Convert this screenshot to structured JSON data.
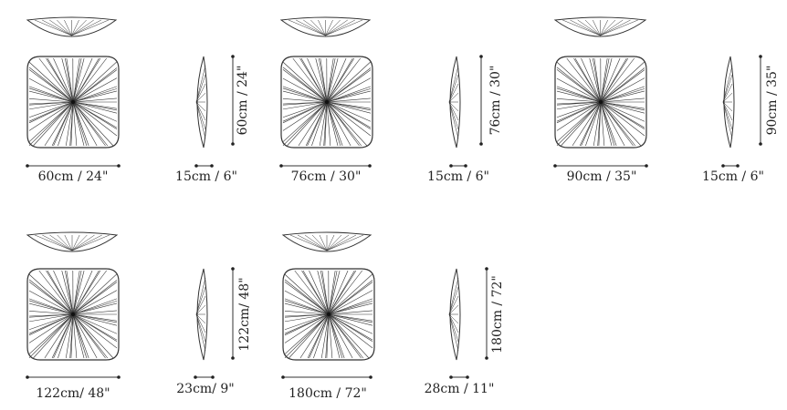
{
  "variants": [
    {
      "id": "60",
      "width_label": "60cm / 24\"",
      "depth_label": "15cm / 6\"",
      "height_label": "60cm / 24\""
    },
    {
      "id": "76",
      "width_label": "76cm / 30\"",
      "depth_label": "15cm / 6\"",
      "height_label": "76cm / 30\""
    },
    {
      "id": "90",
      "width_label": "90cm / 35\"",
      "depth_label": "15cm / 6\"",
      "height_label": "90cm / 35\""
    },
    {
      "id": "122",
      "width_label": "122cm/ 48\"",
      "depth_label": "23cm/ 9\"",
      "height_label": "122cm/ 48\""
    },
    {
      "id": "180",
      "width_label": "180cm / 72\"",
      "depth_label": "28cm / 11\"",
      "height_label": "180cm / 72\""
    }
  ]
}
